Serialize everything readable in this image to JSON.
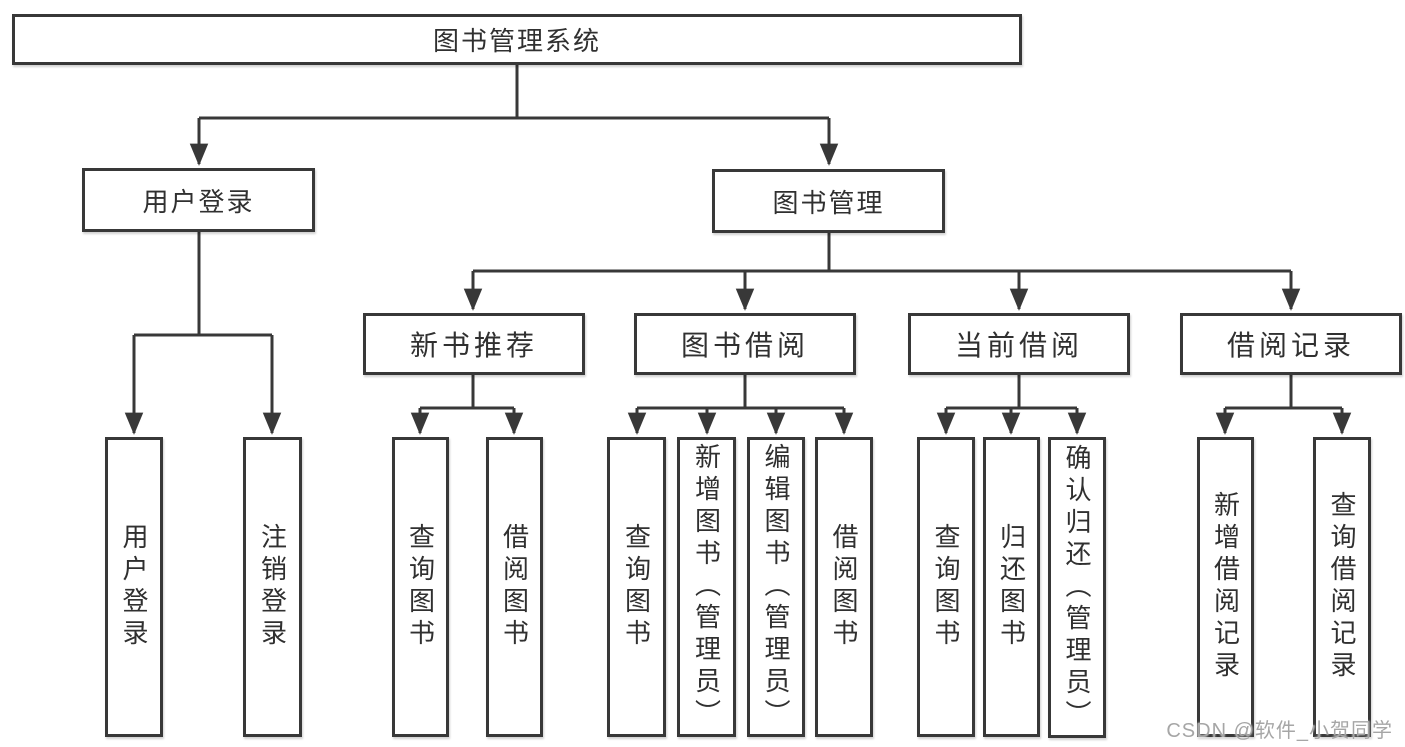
{
  "tree": {
    "root": {
      "label": "图书管理系统"
    },
    "branches": [
      {
        "label": "用户登录",
        "leaves": [
          "用户登录",
          "注销登录"
        ]
      },
      {
        "label": "图书管理",
        "children": [
          {
            "label": "新书推荐",
            "leaves": [
              "查询图书",
              "借阅图书"
            ]
          },
          {
            "label": "图书借阅",
            "leaves": [
              "查询图书",
              "新增图书（管理员）",
              "编辑图书（管理员）",
              "借阅图书"
            ]
          },
          {
            "label": "当前借阅",
            "leaves": [
              "查询图书",
              "归还图书",
              "确认归还（管理员）"
            ]
          },
          {
            "label": "借阅记录",
            "leaves": [
              "新增借阅记录",
              "查询借阅记录"
            ]
          }
        ]
      }
    ]
  },
  "watermark": "CSDN @软件_小贺同学",
  "colors": {
    "line": "#383838",
    "box_border": "#383838",
    "text": "#303030",
    "background": "#ffffff",
    "watermark": "#a6a6a6"
  }
}
